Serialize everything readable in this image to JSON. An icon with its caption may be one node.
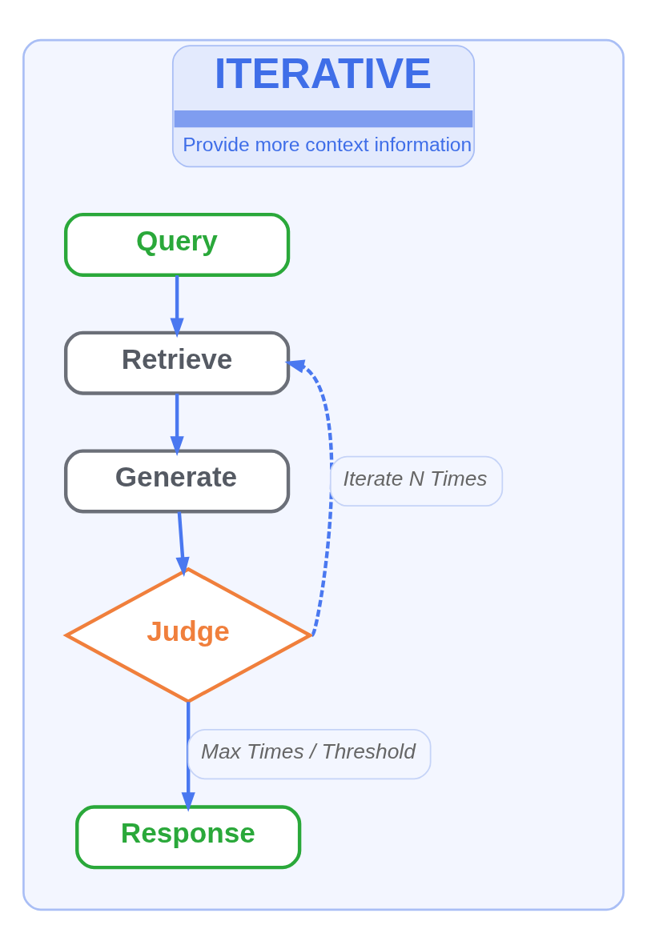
{
  "diagram": {
    "nodes": [
      {
        "text": [
          "ITERATIVE",
          "Provide more context information"
        ]
      },
      {
        "text": [
          "Query"
        ],
        "in": 0
      },
      {
        "text": [
          "Retrieve"
        ],
        "in": 0
      },
      {
        "text": [
          "Generate"
        ],
        "in": 0
      },
      {
        "text": [
          "Judge"
        ],
        "in": 0
      },
      {
        "text": [
          "Response"
        ],
        "in": 0
      }
    ],
    "edges": [
      {
        "from": 1,
        "to": 2,
        "arrow": "to"
      },
      {
        "from": 2,
        "to": 3,
        "arrow": "to"
      },
      {
        "from": 3,
        "to": 4,
        "arrow": "to"
      },
      {
        "from": 4,
        "to": 2,
        "arrow": "to",
        "style": "dashed",
        "label": "Iterate N Times"
      },
      {
        "from": 4,
        "to": 5,
        "arrow": "to",
        "label": "Max Times / Threshold"
      }
    ]
  }
}
